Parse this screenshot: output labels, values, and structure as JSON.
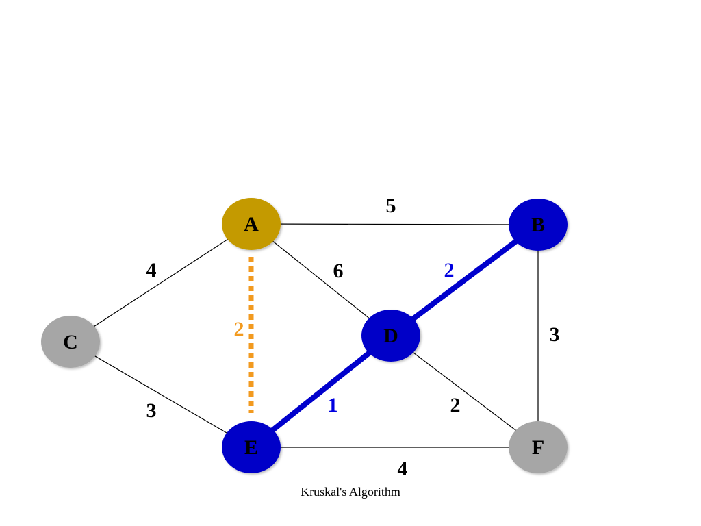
{
  "caption": "Kruskal's Algorithm",
  "colors": {
    "tree": "#0000cc",
    "tree_label": "#0000e0",
    "candidate": "#f29a1f",
    "current_node": "#c49a06",
    "visited_node": "#0000c8",
    "unvisited_node": "#a6a6a6",
    "plain_edge": "#000000"
  },
  "nodes": [
    {
      "id": "A",
      "label": "A",
      "state": "current"
    },
    {
      "id": "B",
      "label": "B",
      "state": "visited"
    },
    {
      "id": "C",
      "label": "C",
      "state": "unvisited"
    },
    {
      "id": "D",
      "label": "D",
      "state": "visited"
    },
    {
      "id": "E",
      "label": "E",
      "state": "visited"
    },
    {
      "id": "F",
      "label": "F",
      "state": "unvisited"
    }
  ],
  "edges": [
    {
      "from": "A",
      "to": "B",
      "weight": "5",
      "status": "plain"
    },
    {
      "from": "A",
      "to": "C",
      "weight": "4",
      "status": "plain"
    },
    {
      "from": "A",
      "to": "D",
      "weight": "6",
      "status": "plain"
    },
    {
      "from": "A",
      "to": "E",
      "weight": "2",
      "status": "candidate"
    },
    {
      "from": "C",
      "to": "E",
      "weight": "3",
      "status": "plain"
    },
    {
      "from": "D",
      "to": "B",
      "weight": "2",
      "status": "tree"
    },
    {
      "from": "E",
      "to": "D",
      "weight": "1",
      "status": "tree"
    },
    {
      "from": "D",
      "to": "F",
      "weight": "2",
      "status": "plain"
    },
    {
      "from": "B",
      "to": "F",
      "weight": "3",
      "status": "plain"
    },
    {
      "from": "E",
      "to": "F",
      "weight": "4",
      "status": "plain"
    }
  ]
}
